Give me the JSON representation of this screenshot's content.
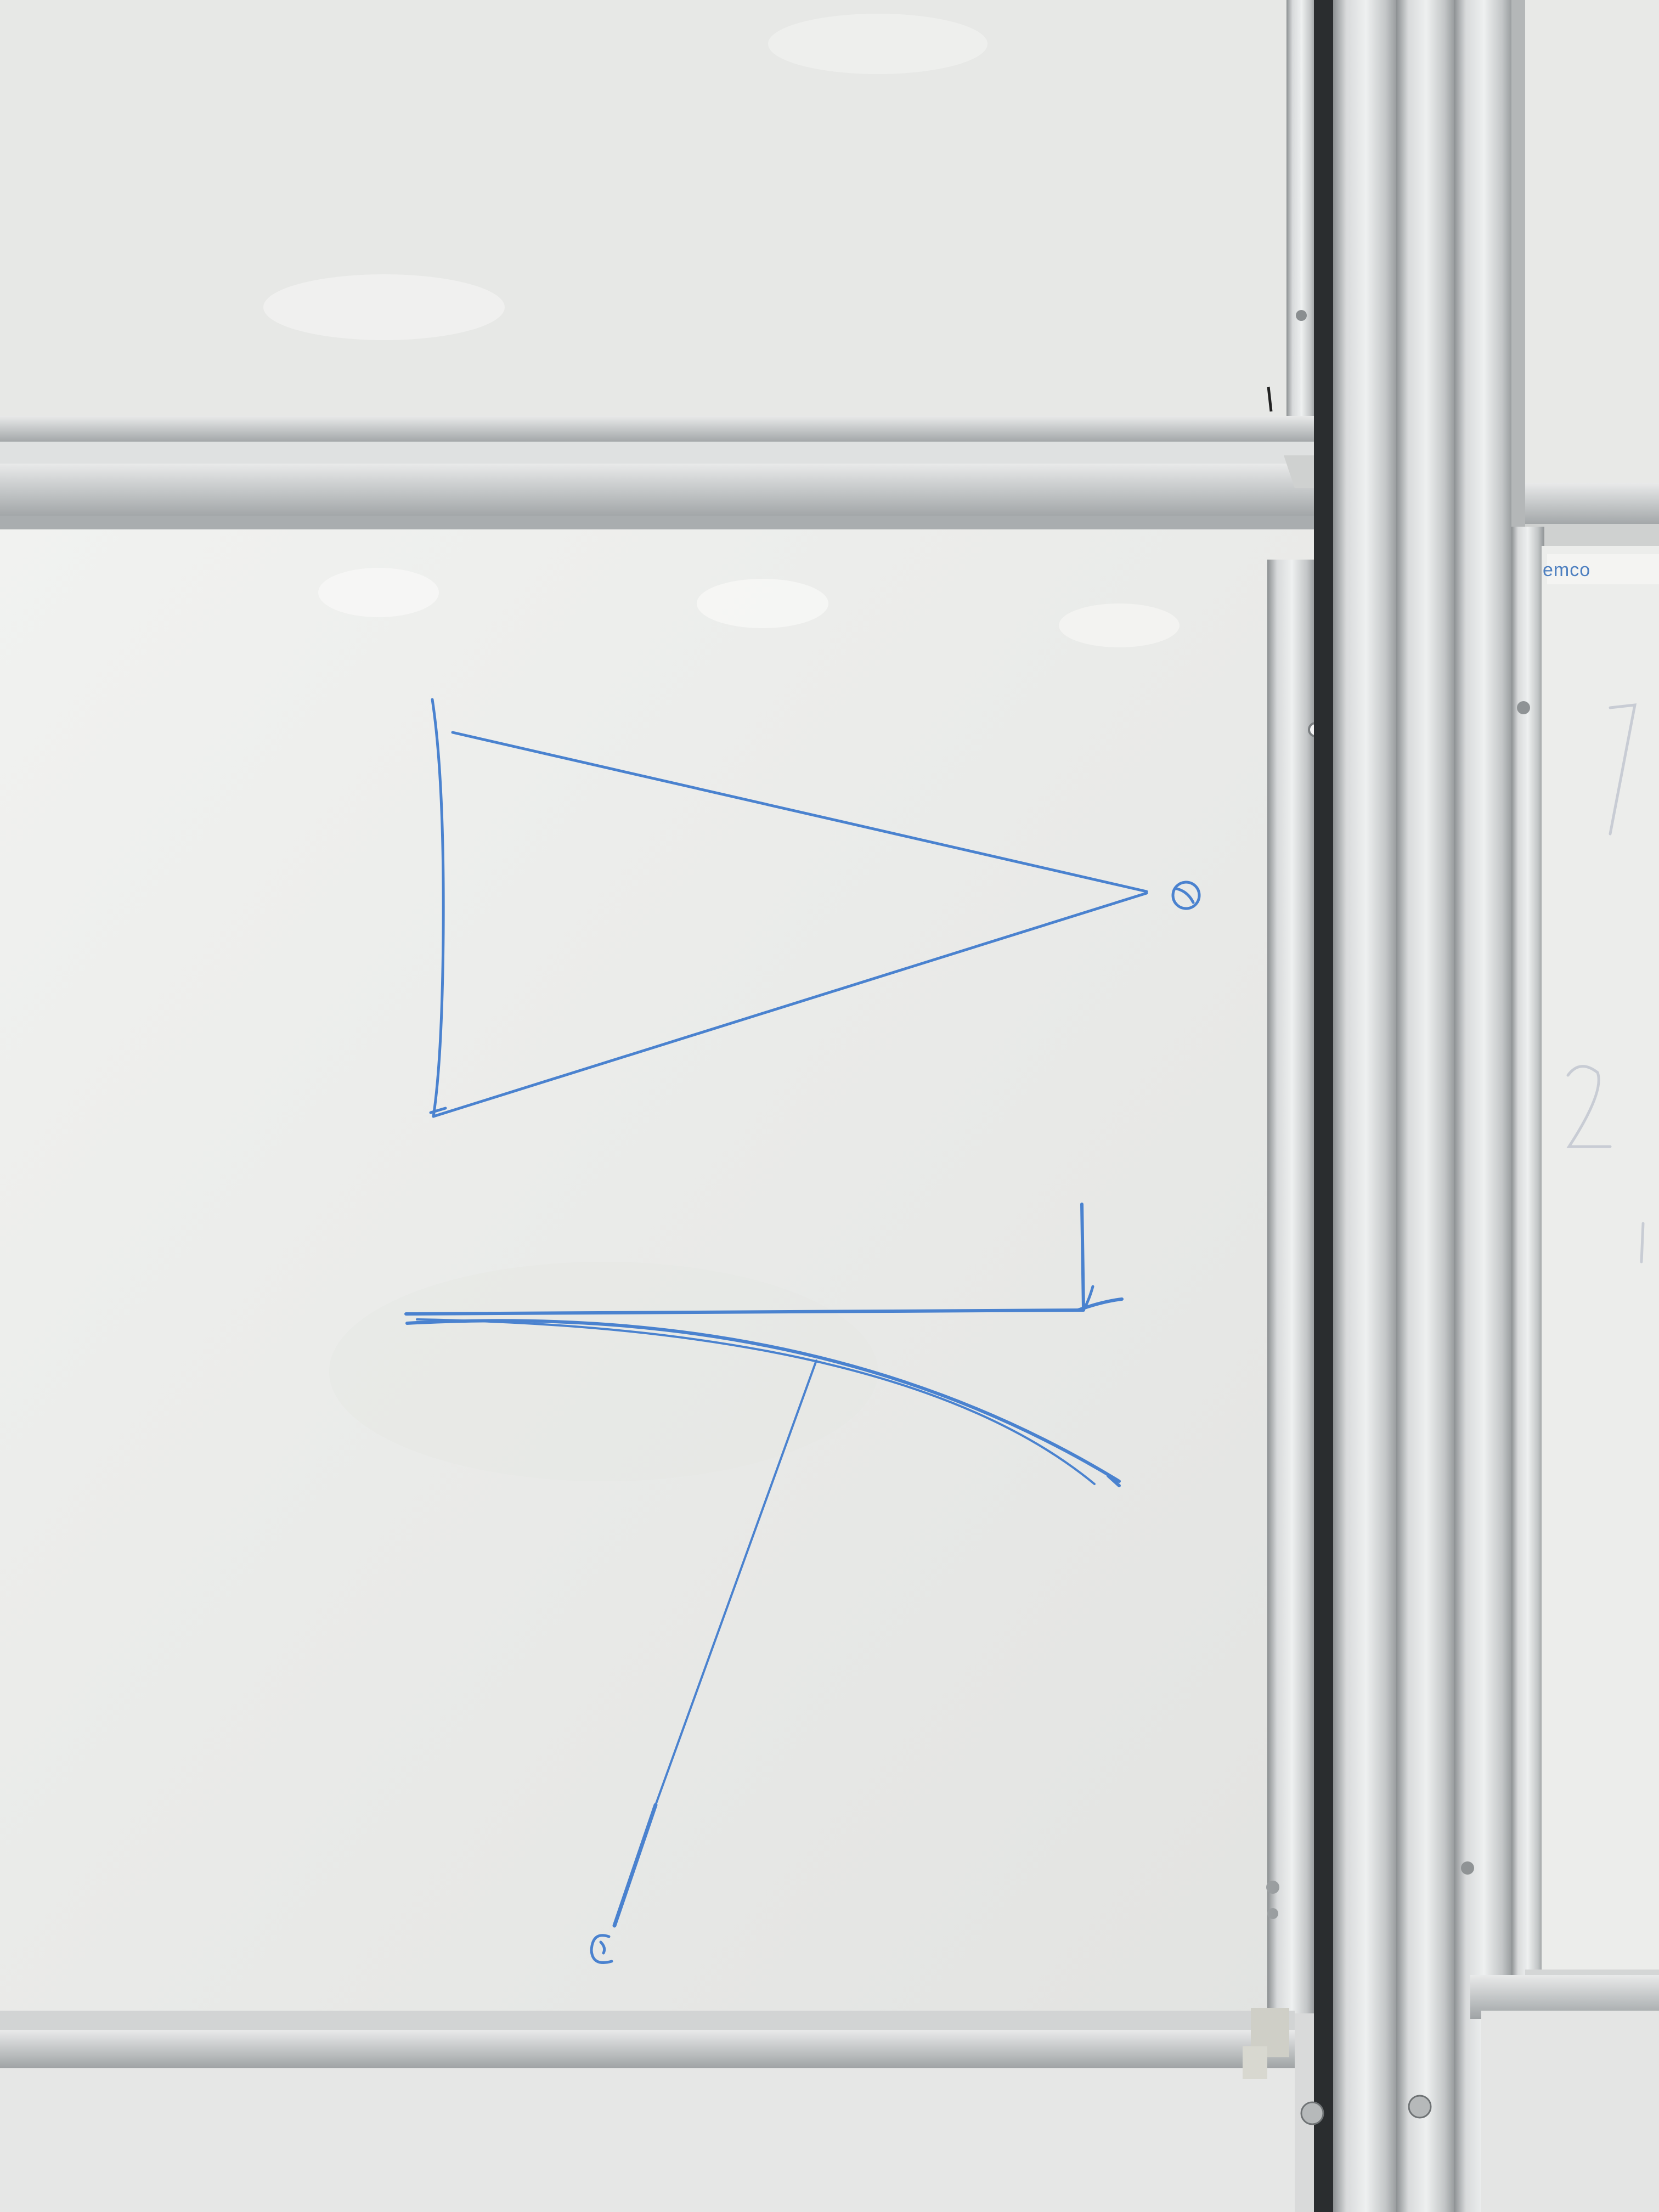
{
  "scene": {
    "description_tag": "whiteboard",
    "ink_color": "#4a82cf",
    "board_color": "#ecedeb",
    "frame_color": "#b9bcbd"
  },
  "side_board": {
    "brand_text": "emco",
    "marks": [
      "1.",
      "2"
    ]
  }
}
